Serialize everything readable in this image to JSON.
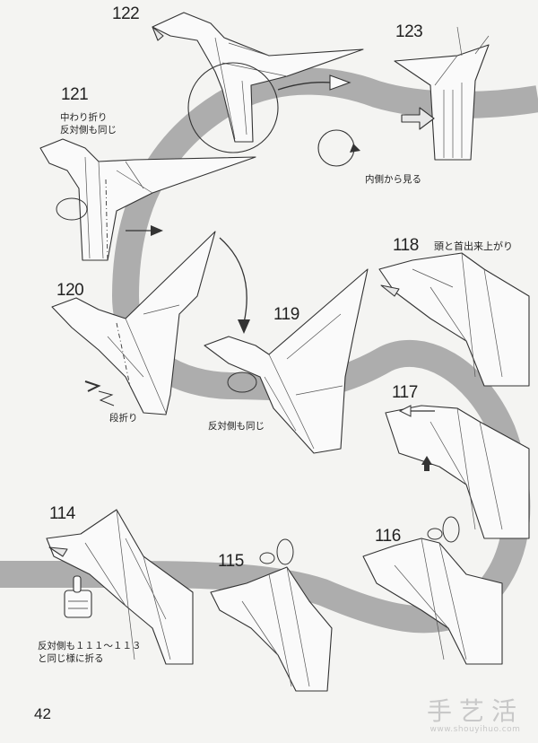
{
  "page_number": "42",
  "watermark": {
    "mark": "手艺活",
    "url": "www.shouyihuo.com"
  },
  "steps": [
    {
      "id": "122",
      "label": "122"
    },
    {
      "id": "123",
      "label": "123"
    },
    {
      "id": "121",
      "label": "121"
    },
    {
      "id": "120",
      "label": "120"
    },
    {
      "id": "119",
      "label": "119"
    },
    {
      "id": "118",
      "label": "118"
    },
    {
      "id": "117",
      "label": "117"
    },
    {
      "id": "114",
      "label": "114"
    },
    {
      "id": "115",
      "label": "115"
    },
    {
      "id": "116",
      "label": "116"
    }
  ],
  "notes": {
    "s121_line1": "中わり折り",
    "s121_line2": "反対側も同じ",
    "s123_view": "内側から見る",
    "s118_done": "頭と首出来上がり",
    "s120_step": "段折り",
    "s119_same": "反対側も同じ",
    "s114_line1": "反対側も１１１～１１３",
    "s114_line2": "と同じ様に折る"
  },
  "colors": {
    "background": "#f4f4f2",
    "band": "#a9a9a9",
    "ink": "#222222"
  },
  "icons": [
    "hand-pointing-icon",
    "flip-over-icon",
    "mountain-fold-zigzag-icon"
  ]
}
